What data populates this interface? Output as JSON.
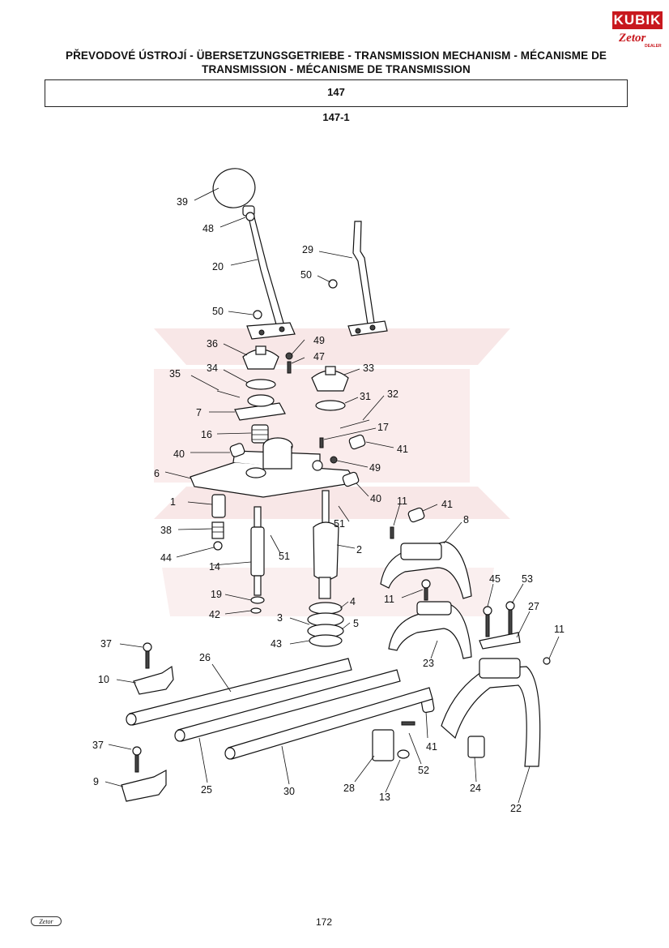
{
  "header": {
    "title_line1": "PŘEVODOVÉ ÚSTROJÍ - ÜBERSETZUNGSGETRIEBE - TRANSMISSION MECHANISM - MÉCANISME DE",
    "title_line2": "TRANSMISSION - MÉCANISME DE TRANSMISSION",
    "section": "147",
    "subsection": "147-1"
  },
  "logo": {
    "brand": "KUBIK",
    "sub": "Zetor",
    "tag": "DEALER"
  },
  "footer": {
    "page_number": "172",
    "logo_text": "Zetor"
  },
  "callouts": [
    "39",
    "48",
    "29",
    "20",
    "50",
    "50",
    "36",
    "49",
    "47",
    "34",
    "33",
    "35",
    "31",
    "32",
    "7",
    "16",
    "17",
    "40",
    "41",
    "49",
    "6",
    "40",
    "1",
    "11",
    "41",
    "8",
    "51",
    "38",
    "2",
    "51",
    "44",
    "14",
    "11",
    "45",
    "53",
    "19",
    "4",
    "27",
    "42",
    "3",
    "5",
    "43",
    "11",
    "37",
    "26",
    "23",
    "10",
    "41",
    "52",
    "37",
    "28",
    "24",
    "9",
    "25",
    "30",
    "13",
    "22"
  ],
  "colors": {
    "ink": "#111111",
    "watermark": "#f3d4d4",
    "brand": "#c8181e"
  }
}
